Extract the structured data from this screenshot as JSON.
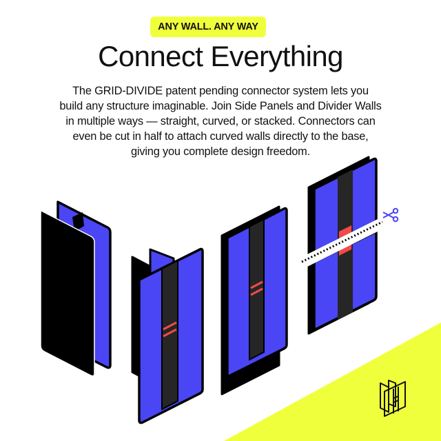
{
  "tag": {
    "label": "ANY WALL. ANY WAY"
  },
  "heading": {
    "title": "Connect Everything"
  },
  "description": {
    "lines": [
      "The GRID-DIVIDE patent pending connector system lets you",
      "build any structure imaginable. Join Side Panels and Divider Walls",
      "in multiple ways — straight, curved, or stacked. Connectors can",
      "even be cut in half to attach curved walls directly to the base,",
      "giving you complete design freedom."
    ]
  },
  "illustrations": [
    {
      "name": "side-panel-connection",
      "description": "Two parallel panels joined by an H connector (black front, blue back)"
    },
    {
      "name": "t-connection",
      "description": "Divider wall joined to panels with connector showing red equals marks"
    },
    {
      "name": "straight-connection",
      "description": "Stacked panels with connector and red equals marks"
    },
    {
      "name": "cut-connector",
      "description": "Connector cut in half along dotted line with scissors icon"
    }
  ],
  "icons": {
    "scissors": "scissors-icon",
    "logo": "grid-divide-logo-icon"
  },
  "colors": {
    "accent_yellow": "#f0ff3c",
    "panel_blue": "#4a45f5",
    "connector_dark": "#262626",
    "marker_red": "#f24a4a",
    "outline": "#000000"
  }
}
